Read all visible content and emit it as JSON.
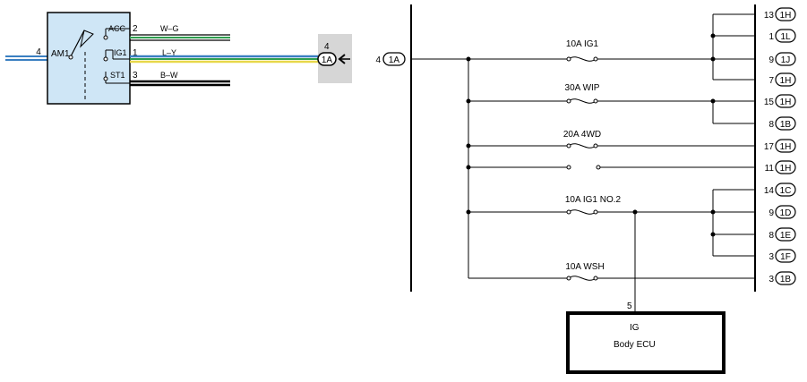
{
  "colors": {
    "switch_fill": "#cfe6f6",
    "wire_blue": "#3a7fc1",
    "wire_green": "#2e9e4f",
    "wire_yellow": "#e8d84a",
    "junction_bg": "#d6d6d6",
    "line": "#000000"
  },
  "ignition_switch": {
    "input_pin": "4",
    "input_label": "AM1",
    "outputs": [
      {
        "name": "ACC",
        "pin": "2",
        "wire": "W–G"
      },
      {
        "name": "IG1",
        "pin": "1",
        "wire": "L–Y"
      },
      {
        "name": "ST1",
        "pin": "3",
        "wire": "B–W"
      }
    ]
  },
  "junction_connector": {
    "pin": "4",
    "code": "1A"
  },
  "junction_block": {
    "input_pin": "4",
    "input_code": "1A",
    "fuses": [
      {
        "label": "10A IG1"
      },
      {
        "label": "30A WIP"
      },
      {
        "label": "20A 4WD"
      },
      {
        "label": ""
      },
      {
        "label": "10A IG1 NO.2"
      },
      {
        "label": "10A WSH"
      }
    ],
    "outputs": [
      {
        "pin": "13",
        "code": "1H"
      },
      {
        "pin": "1",
        "code": "1L"
      },
      {
        "pin": "9",
        "code": "1J"
      },
      {
        "pin": "7",
        "code": "1H"
      },
      {
        "pin": "15",
        "code": "1H"
      },
      {
        "pin": "8",
        "code": "1B"
      },
      {
        "pin": "17",
        "code": "1H"
      },
      {
        "pin": "11",
        "code": "1H"
      },
      {
        "pin": "14",
        "code": "1C"
      },
      {
        "pin": "9",
        "code": "1D"
      },
      {
        "pin": "8",
        "code": "1E"
      },
      {
        "pin": "3",
        "code": "1F"
      },
      {
        "pin": "3",
        "code": "1B"
      }
    ]
  },
  "body_ecu": {
    "pin": "5",
    "terminal": "IG",
    "name": "Body ECU"
  }
}
